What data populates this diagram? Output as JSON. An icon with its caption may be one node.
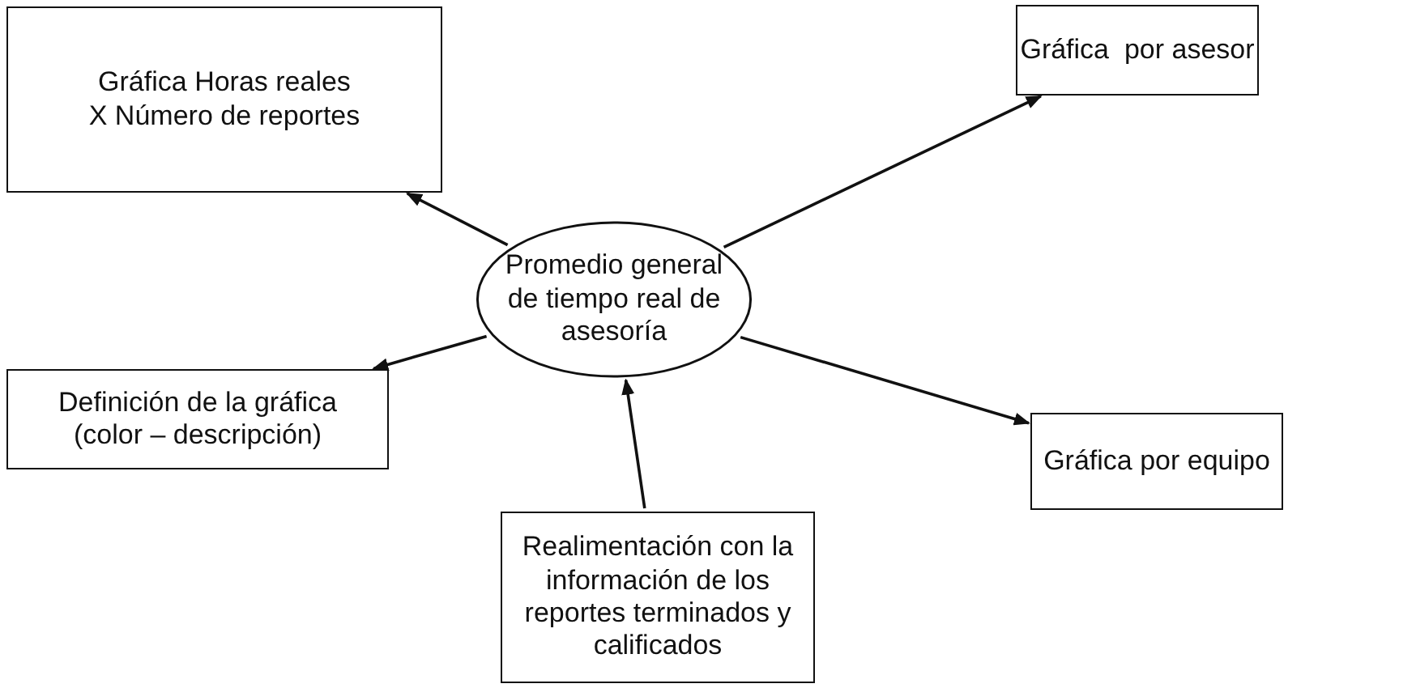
{
  "diagram": {
    "nodes": [
      {
        "text": [
          "Promedio general de tiempo real de asesoría"
        ]
      },
      {
        "text": [
          "Gráfica Horas reales X Número de reportes"
        ]
      },
      {
        "text": [
          "Gráfica  por asesor"
        ]
      },
      {
        "text": [
          "Definición de la gráfica (color – descripción)"
        ]
      },
      {
        "text": [
          "Gráfica por equipo"
        ]
      },
      {
        "text": [
          "Realimentación con la información de los reportes terminados y calificados"
        ]
      }
    ],
    "edges": [
      {
        "from": 0,
        "to": 1,
        "arrow": "to"
      },
      {
        "from": 0,
        "to": 2,
        "arrow": "to"
      },
      {
        "from": 0,
        "to": 3,
        "arrow": "to"
      },
      {
        "from": 0,
        "to": 4,
        "arrow": "to"
      },
      {
        "from": 5,
        "to": 0,
        "arrow": "to"
      }
    ]
  }
}
